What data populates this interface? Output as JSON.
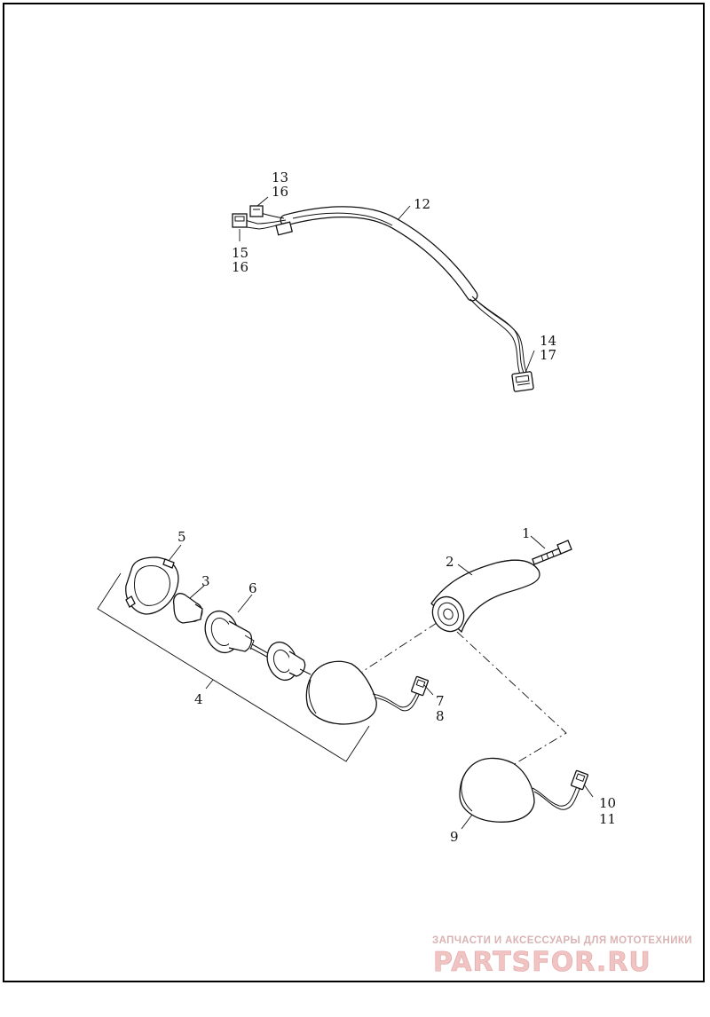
{
  "callouts": {
    "c1": "1",
    "c2": "2",
    "c3": "3",
    "c4": "4",
    "c5": "5",
    "c6": "6",
    "c7": "7",
    "c8": "8",
    "c9": "9",
    "c10": "10",
    "c11": "11",
    "c12": "12",
    "c13": "13",
    "c14": "14",
    "c15": "15",
    "c16a": "16",
    "c16b": "16",
    "c17": "17"
  },
  "watermark": {
    "tagline": "ЗАПЧАСТИ И АКСЕССУАРЫ ДЛЯ МОТОТЕХНИКИ",
    "logo": "PARTSFOR.RU",
    "logo_color": "#f1c4c4"
  },
  "colors": {
    "line": "#111111",
    "frame": "#000000",
    "background": "#ffffff"
  }
}
